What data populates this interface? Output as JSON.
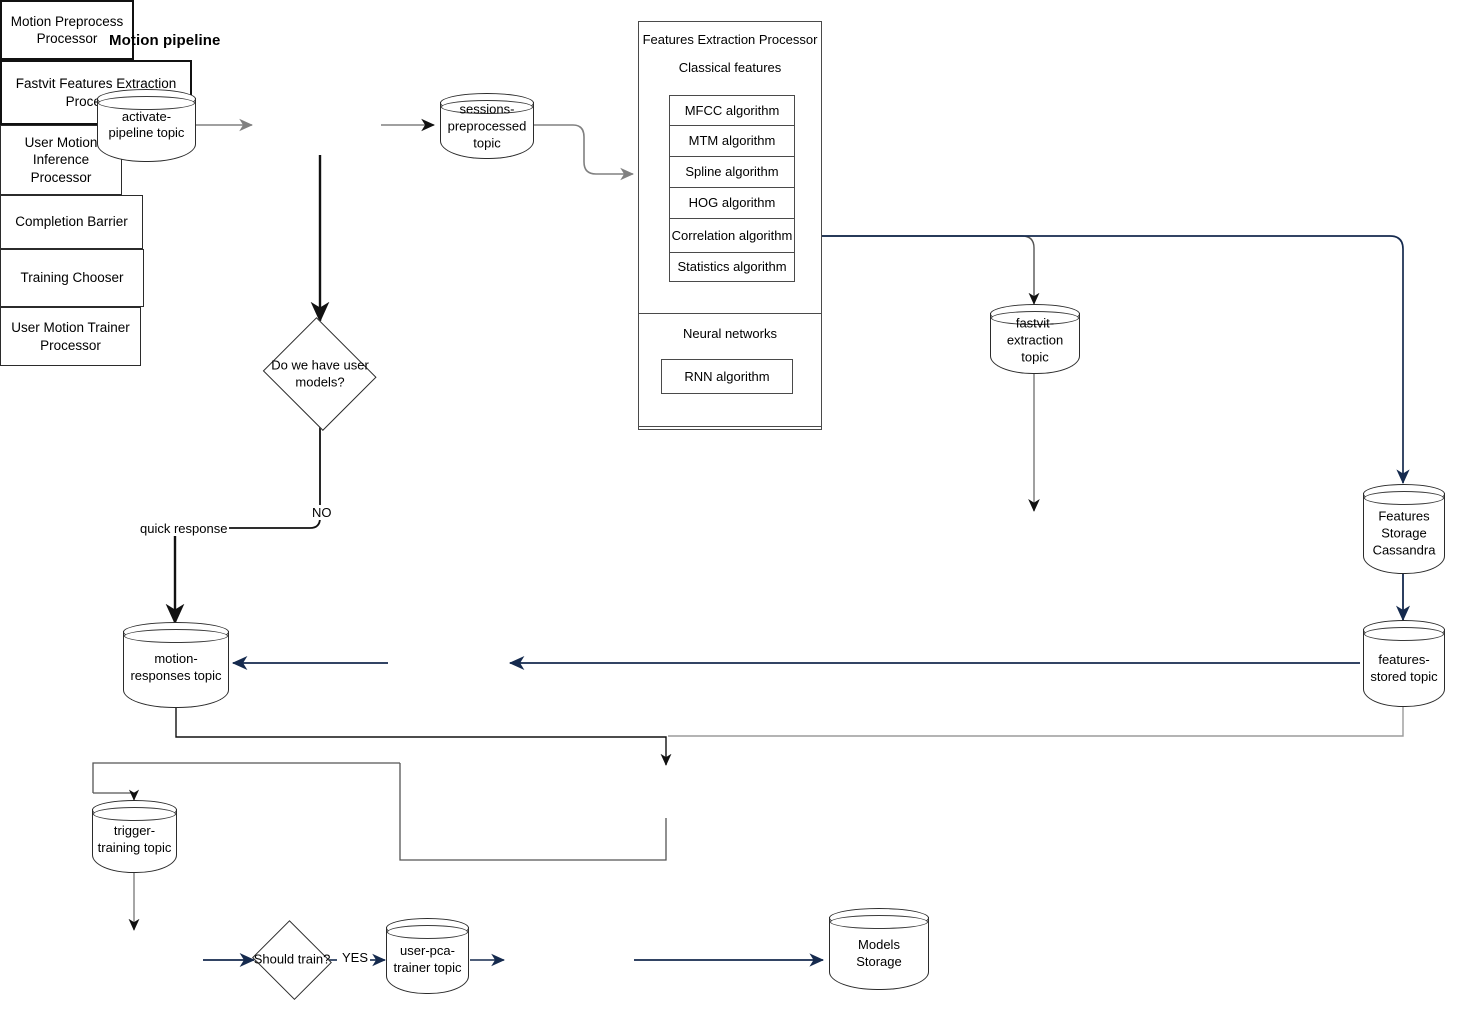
{
  "diagram": {
    "title": "Motion pipeline",
    "colors": {
      "navy_edge": "#152a4e",
      "grey_edge": "#808080",
      "black_edge": "#111111",
      "node_stroke": "#2b2b2b",
      "background": "#ffffff"
    }
  },
  "nodes": {
    "activate_pipeline_topic": "activate-pipeline topic",
    "motion_preprocess_processor": "Motion Preprocess Processor",
    "sessions_preprocessed_topic": "sessions-preprocessed topic",
    "user_models_decision": "Do we have user models?",
    "fastvit_extraction_topic": "fastvit-extraction topic",
    "fastvit_features_extraction_processor": "Fastvit Features Extraction Processor",
    "features_storage_cassandra": "Features Storage Cassandra",
    "features_stored_topic": "features-stored topic",
    "motion_responses_topic": "motion-responses topic",
    "user_motion_inference_processor": "User Motion Inference Processor",
    "completion_barrier": "Completion Barrier",
    "trigger_training_topic": "trigger-training topic",
    "training_chooser": "Training Chooser",
    "should_train_decision": "Should train?",
    "user_pca_trainer_topic": "user-pca-trainer topic",
    "user_motion_trainer_processor": "User Motion Trainer Processor",
    "models_storage": "Models Storage"
  },
  "features_extraction": {
    "header": "Features Extraction Processor",
    "classical_label": "Classical features",
    "classical_algorithms": [
      "MFCC algorithm",
      "MTM algorithm",
      "Spline algorithm",
      "HOG algorithm",
      "Correlation algorithm",
      "Statistics algorithm"
    ],
    "neural_label": "Neural networks",
    "neural_algorithms": [
      "RNN algorithm"
    ]
  },
  "edge_labels": {
    "no": "NO",
    "quick_response": "quick response",
    "yes": "YES"
  }
}
